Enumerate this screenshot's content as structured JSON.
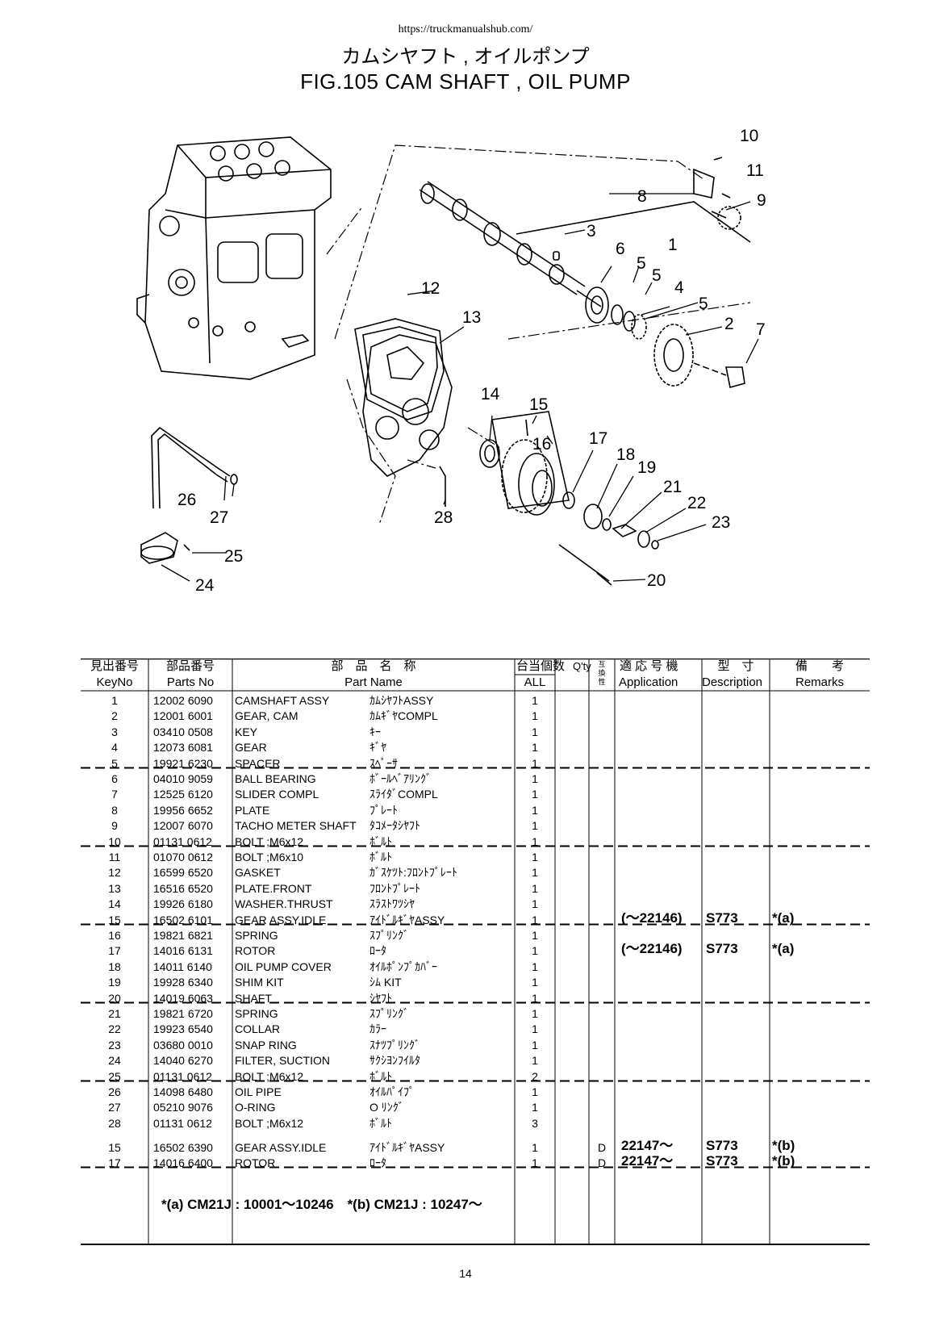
{
  "header": {
    "url": "https://truckmanualshub.com/",
    "title_jp": "カムシヤフト , オイルポンプ",
    "title_en": "FIG.105  CAM SHAFT , OIL PUMP"
  },
  "diagram": {
    "callouts": [
      "10",
      "11",
      "8",
      "9",
      "3",
      "6",
      "1",
      "5",
      "5",
      "4",
      "5",
      "2",
      "7",
      "12",
      "13",
      "14",
      "15",
      "16",
      "17",
      "18",
      "19",
      "21",
      "22",
      "23",
      "26",
      "27",
      "28",
      "25",
      "24",
      "20"
    ]
  },
  "table": {
    "headers": {
      "keyno_jp": "見出番号",
      "keyno_en": "KeyNo",
      "partsno_jp": "部品番号",
      "partsno_en": "Parts No",
      "partname_jp": "部　品　名　称",
      "partname_en": "Part Name",
      "qty_jp": "台当個数",
      "qty_en": "Q'ty",
      "qty_all": "ALL",
      "interchange": "互換性",
      "app_jp": "適 応 号 機",
      "app_en": "Application",
      "desc_jp": "型　寸",
      "desc_en": "Description",
      "rem_jp": "備　　考",
      "rem_en": "Remarks"
    },
    "rows": [
      {
        "key": "1",
        "parts": "12002 6090",
        "name_en": "CAMSHAFT ASSY",
        "name_jp": "ｶﾑｼﾔﾌﾄASSY",
        "qty": "1",
        "ic": "",
        "app": "",
        "desc": "",
        "rem": ""
      },
      {
        "key": "2",
        "parts": "12001 6001",
        "name_en": "GEAR, CAM",
        "name_jp": "ｶﾑｷﾞﾔCOMPL",
        "qty": "1",
        "ic": "",
        "app": "",
        "desc": "",
        "rem": ""
      },
      {
        "key": "3",
        "parts": "03410 0508",
        "name_en": "KEY",
        "name_jp": "ｷｰ",
        "qty": "1",
        "ic": "",
        "app": "",
        "desc": "",
        "rem": ""
      },
      {
        "key": "4",
        "parts": "12073 6081",
        "name_en": "GEAR",
        "name_jp": "ｷﾞﾔ",
        "qty": "1",
        "ic": "",
        "app": "",
        "desc": "",
        "rem": ""
      },
      {
        "key": "5",
        "parts": "19921 6230",
        "name_en": "SPACER",
        "name_jp": "ｽﾍﾟｰｻ",
        "qty": "1",
        "ic": "",
        "app": "",
        "desc": "",
        "rem": ""
      },
      {
        "key": "6",
        "parts": "04010 9059",
        "name_en": "BALL BEARING",
        "name_jp": "ﾎﾞｰﾙﾍﾞｱﾘﾝｸﾞ",
        "qty": "1",
        "ic": "",
        "app": "",
        "desc": "",
        "rem": ""
      },
      {
        "key": "7",
        "parts": "12525 6120",
        "name_en": "SLIDER COMPL",
        "name_jp": "ｽﾗｲﾀﾞCOMPL",
        "qty": "1",
        "ic": "",
        "app": "",
        "desc": "",
        "rem": ""
      },
      {
        "key": "8",
        "parts": "19956 6652",
        "name_en": "PLATE",
        "name_jp": "ﾌﾟﾚｰﾄ",
        "qty": "1",
        "ic": "",
        "app": "",
        "desc": "",
        "rem": ""
      },
      {
        "key": "9",
        "parts": "12007 6070",
        "name_en": "TACHO METER SHAFT",
        "name_jp": "ﾀｺﾒｰﾀｼﾔﾌﾄ",
        "qty": "1",
        "ic": "",
        "app": "",
        "desc": "",
        "rem": ""
      },
      {
        "key": "10",
        "parts": "01131 0612",
        "name_en": "BOLT ;M6x12",
        "name_jp": "ﾎﾞﾙﾄ",
        "qty": "1",
        "ic": "",
        "app": "",
        "desc": "",
        "rem": ""
      },
      {
        "key": "11",
        "parts": "01070 0612",
        "name_en": "BOLT ;M6x10",
        "name_jp": "ﾎﾞﾙﾄ",
        "qty": "1",
        "ic": "",
        "app": "",
        "desc": "",
        "rem": ""
      },
      {
        "key": "12",
        "parts": "16599 6520",
        "name_en": "GASKET",
        "name_jp": "ｶﾞｽｹﾂﾄ:ﾌﾛﾝﾄﾌﾟﾚｰﾄ",
        "qty": "1",
        "ic": "",
        "app": "",
        "desc": "",
        "rem": ""
      },
      {
        "key": "13",
        "parts": "16516 6520",
        "name_en": "PLATE.FRONT",
        "name_jp": "ﾌﾛﾝﾄﾌﾟﾚｰﾄ",
        "qty": "1",
        "ic": "",
        "app": "",
        "desc": "",
        "rem": ""
      },
      {
        "key": "14",
        "parts": "19926 6180",
        "name_en": "WASHER.THRUST",
        "name_jp": "ｽﾗｽﾄﾜﾂｼﾔ",
        "qty": "1",
        "ic": "",
        "app": "",
        "desc": "",
        "rem": ""
      },
      {
        "key": "15",
        "parts": "16502 6101",
        "name_en": "GEAR ASSY.IDLE",
        "name_jp": "ｱｲﾄﾞﾙｷﾞﾔASSY",
        "qty": "1",
        "ic": "",
        "app": "(～22146)",
        "desc": "S773",
        "rem": "*(a)"
      },
      {
        "key": "16",
        "parts": "19821 6821",
        "name_en": "SPRING",
        "name_jp": "ｽﾌﾟﾘﾝｸﾞ",
        "qty": "1",
        "ic": "",
        "app": "",
        "desc": "",
        "rem": ""
      },
      {
        "key": "17",
        "parts": "14016 6131",
        "name_en": "ROTOR",
        "name_jp": "ﾛｰﾀ",
        "qty": "1",
        "ic": "",
        "app": "(～22146)",
        "desc": "S773",
        "rem": "*(a)"
      },
      {
        "key": "18",
        "parts": "14011 6140",
        "name_en": "OIL PUMP COVER",
        "name_jp": "ｵｲﾙﾎﾟﾝﾌﾟｶﾊﾞｰ",
        "qty": "1",
        "ic": "",
        "app": "",
        "desc": "",
        "rem": ""
      },
      {
        "key": "19",
        "parts": "19928 6340",
        "name_en": "SHIM KIT",
        "name_jp": "ｼﾑ KIT",
        "qty": "1",
        "ic": "",
        "app": "",
        "desc": "",
        "rem": ""
      },
      {
        "key": "20",
        "parts": "14019 6063",
        "name_en": "SHAFT",
        "name_jp": "ｼﾔﾌﾄ",
        "qty": "1",
        "ic": "",
        "app": "",
        "desc": "",
        "rem": ""
      },
      {
        "key": "21",
        "parts": "19821 6720",
        "name_en": "SPRING",
        "name_jp": "ｽﾌﾟﾘﾝｸﾞ",
        "qty": "1",
        "ic": "",
        "app": "",
        "desc": "",
        "rem": ""
      },
      {
        "key": "22",
        "parts": "19923 6540",
        "name_en": "COLLAR",
        "name_jp": "ｶﾗｰ",
        "qty": "1",
        "ic": "",
        "app": "",
        "desc": "",
        "rem": ""
      },
      {
        "key": "23",
        "parts": "03680 0010",
        "name_en": "SNAP RING",
        "name_jp": "ｽﾅﾂﾌﾟﾘﾝｸﾞ",
        "qty": "1",
        "ic": "",
        "app": "",
        "desc": "",
        "rem": ""
      },
      {
        "key": "24",
        "parts": "14040 6270",
        "name_en": "FILTER, SUCTION",
        "name_jp": "ｻｸｼﾖﾝﾌｲﾙﾀ",
        "qty": "1",
        "ic": "",
        "app": "",
        "desc": "",
        "rem": ""
      },
      {
        "key": "25",
        "parts": "01131 0612",
        "name_en": "BOLT ;M6x12",
        "name_jp": "ﾎﾞﾙﾄ",
        "qty": "2",
        "ic": "",
        "app": "",
        "desc": "",
        "rem": ""
      },
      {
        "key": "26",
        "parts": "14098 6480",
        "name_en": "OIL PIPE",
        "name_jp": "ｵｲﾙﾊﾟｲﾌﾟ",
        "qty": "1",
        "ic": "",
        "app": "",
        "desc": "",
        "rem": ""
      },
      {
        "key": "27",
        "parts": "05210 9076",
        "name_en": "O-RING",
        "name_jp": "O ﾘﾝｸﾞ",
        "qty": "1",
        "ic": "",
        "app": "",
        "desc": "",
        "rem": ""
      },
      {
        "key": "28",
        "parts": "01131 0612",
        "name_en": "BOLT ;M6x12",
        "name_jp": "ﾎﾞﾙﾄ",
        "qty": "3",
        "ic": "",
        "app": "",
        "desc": "",
        "rem": ""
      },
      {
        "key": "15",
        "parts": "16502 6390",
        "name_en": "GEAR ASSY.IDLE",
        "name_jp": "ｱｲﾄﾞﾙｷﾞﾔASSY",
        "qty": "1",
        "ic": "D",
        "app": "22147～",
        "desc": "S773",
        "rem": "*(b)"
      },
      {
        "key": "17",
        "parts": "14016 6400",
        "name_en": "ROTOR",
        "name_jp": "ﾛｰﾀ",
        "qty": "1",
        "ic": "D",
        "app": "22147～",
        "desc": "S773",
        "rem": "*(b)"
      }
    ],
    "footnote": "*(a) CM21J : 10001～10246　*(b) CM21J : 10247～"
  },
  "page_number": "14"
}
